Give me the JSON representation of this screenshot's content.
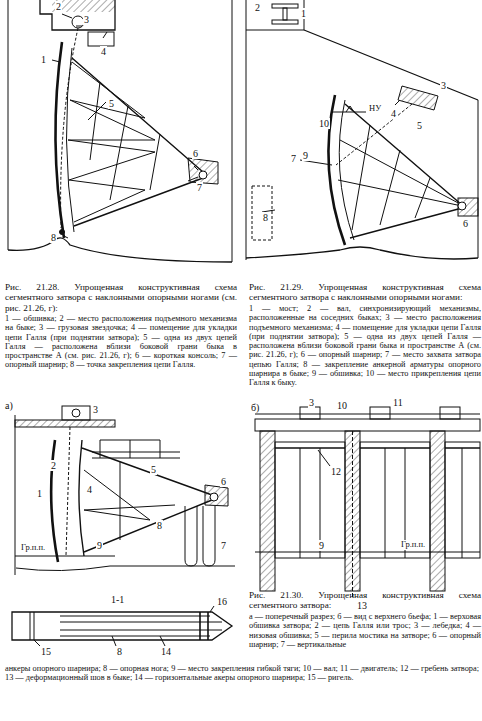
{
  "diagram": {
    "labels": [
      "2",
      "3",
      "4",
      "1",
      "5",
      "6",
      "7",
      "8",
      "Рис. 21.28. Упрощенная конструктивная схема сегментного затвора с наклонными опорными ногами (см. рис. 21.26, г):",
      "1 — обшивка; 2 — место расположения подъемного механизма на быке; 3 — грузовая звездочка; 4 — помещение для укладки цепи Галля (при поднятии затвора); 5 — одна из двух цепей Галля — расположена вблизи боковой грани быка в пространстве А (см. рис. 21.26, г); 6 — короткая консоль; 7 — опорный шарнир; 8 — точка закрепления цепи Галля.",
      "2",
      "1",
      "НУ",
      "10",
      "9",
      "3",
      "4",
      "5",
      "6",
      "7",
      "8",
      "Рис. 21.29. Упрощенная конструктивная схема сегментного затвора с наклонными опорными ногами:",
      "1 — мост; 2 — вал, синхронизирующий механизмы, расположенные на соседних быках; 3 — место расположения подъемного механизма; 4 — помещение для укладки цепи Галля (при поднятии затвора); 5 — одна из двух цепей Галля — расположена вблизи боковой грани быка и пространстве А (см. рис. 21.26, г); 6 — опорный шарнир; 7 — место захвата затвора цепью Галля; 8 — закрепление анкерной арматуры опорного шарнира в быке; 9 — обшивка; 10 — место прикрепления цепи Галля к быку.",
      "а)",
      "3",
      "2",
      "1",
      "4",
      "5",
      "6",
      "8",
      "7",
      "9",
      "Гр.п.п.",
      "б)",
      "3",
      "10",
      "11",
      "12",
      "9",
      "Гр.п.п.",
      "13",
      "1-1",
      "15",
      "8",
      "14",
      "16",
      "Рис. 21.30. Упрощенная конструктивная схема сегментного затвора:",
      "а — поперечный разрез; б — вид с верхнего бьефа; 1 — верховая обшивка затвора; 2 — цепь Галля или трос; 3 — лебедка; 4 — низовая обшивка; 5 — перила мостика на затворе; 6 — опорный шарнир; 7 — вертикальные",
      "анкеры опорного шарнира; 8 — опорная нога; 9 — место закрепления гибкой тяги; 10 — вал; 11 — двигатель; 12 — гребень затвора; 13 — деформационный шов в быке; 14 — горизонтальные акеры опорного шарнира; 15 — ригель."
    ]
  }
}
